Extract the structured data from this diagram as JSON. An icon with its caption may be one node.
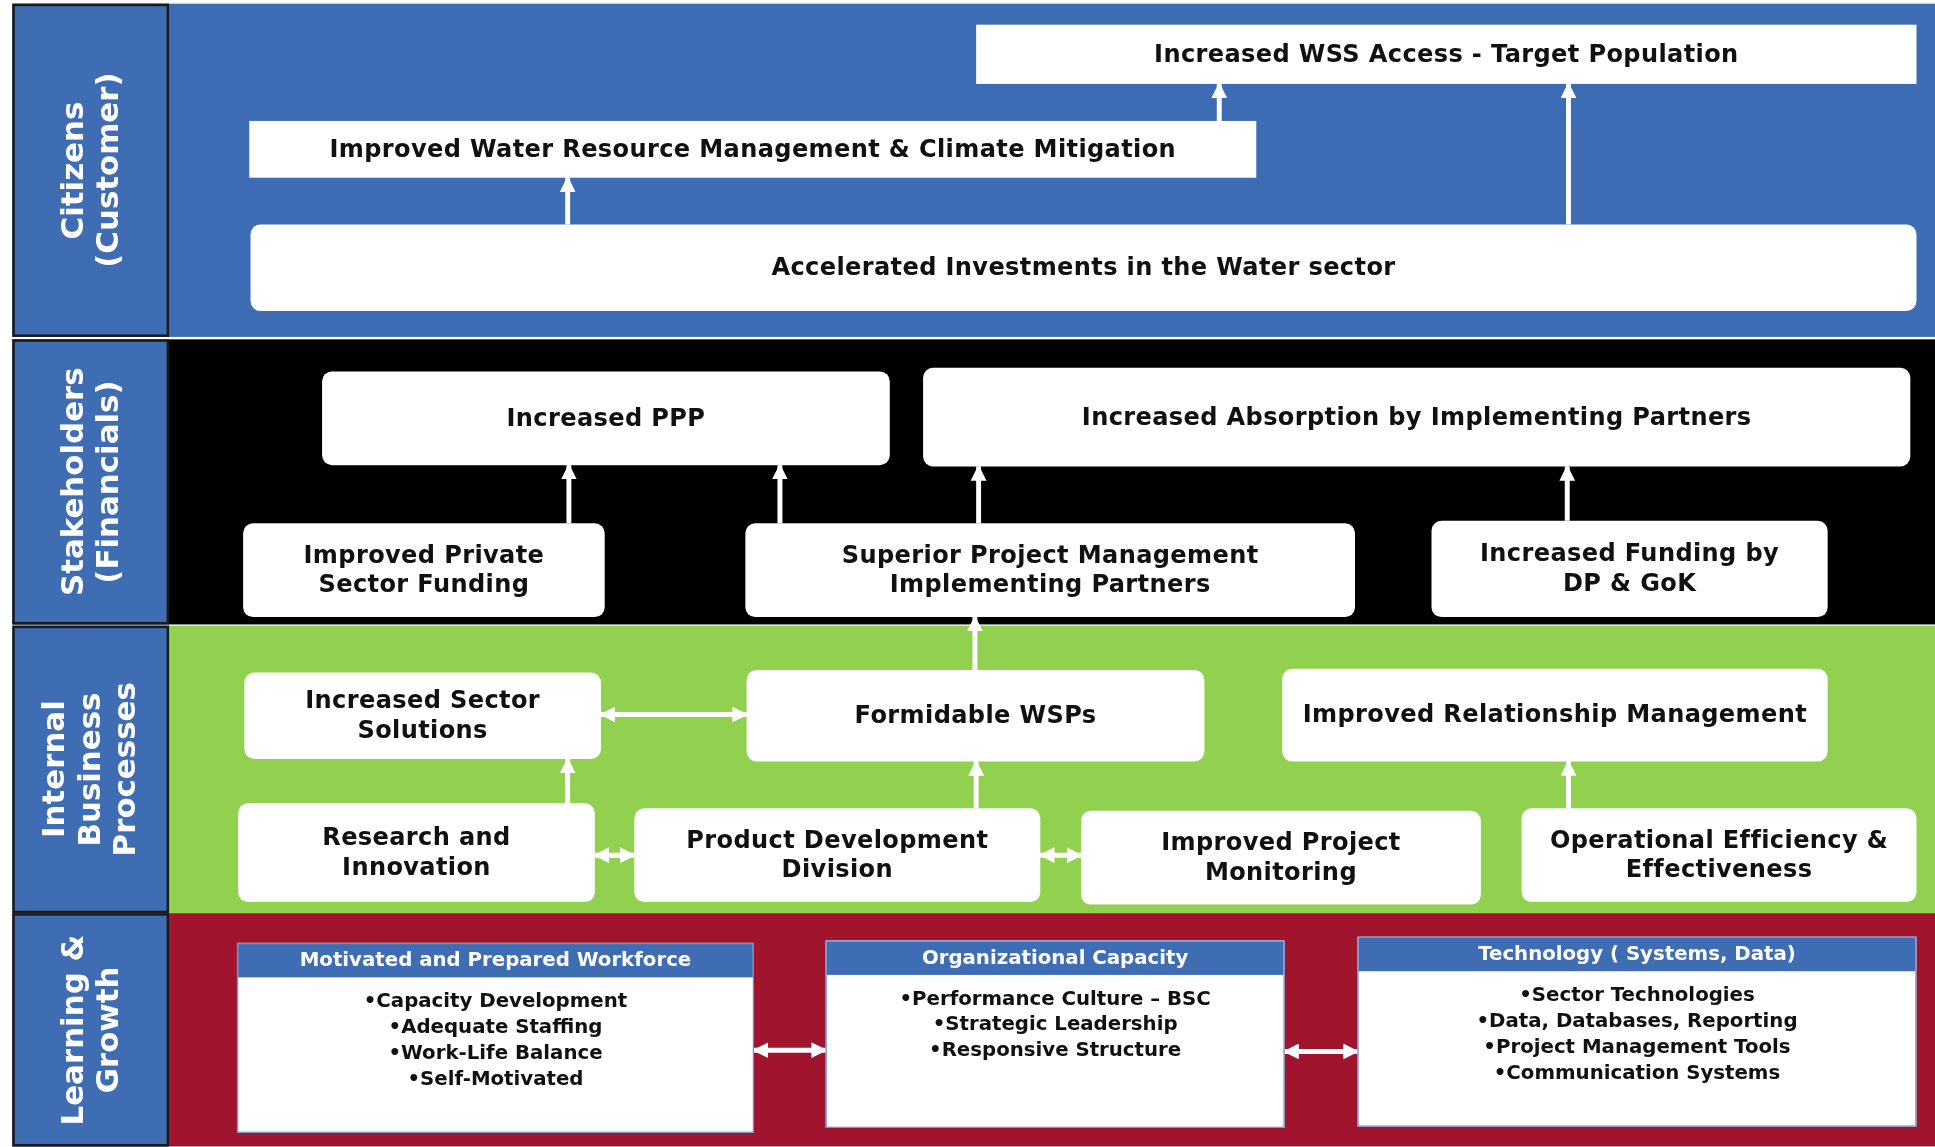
{
  "diagram": {
    "nodes": [
      {
        "text": [
          "Citizens (Customer)"
        ]
      },
      {
        "text": [
          "Increased WSS Access - Target Population"
        ],
        "in": 0
      },
      {
        "text": [
          "Improved Water Resource Management & Climate Mitigation"
        ],
        "in": 0
      },
      {
        "text": [
          "Accelerated Investments in the Water sector"
        ],
        "in": 0
      },
      {
        "text": [
          "Stakeholders (Financials)"
        ]
      },
      {
        "text": [
          "Increased PPP"
        ],
        "in": 4
      },
      {
        "text": [
          "Increased Absorption by Implementing Partners"
        ],
        "in": 4
      },
      {
        "text": [
          "Improved Private Sector Funding"
        ],
        "in": 4
      },
      {
        "text": [
          "Superior Project Management Implementing Partners"
        ],
        "in": 4
      },
      {
        "text": [
          "Increased Funding by DP & GoK"
        ],
        "in": 4
      },
      {
        "text": [
          "Internal Business Processes"
        ]
      },
      {
        "text": [
          "Increased Sector Solutions"
        ],
        "in": 10
      },
      {
        "text": [
          "Formidable WSPs"
        ],
        "in": 10
      },
      {
        "text": [
          "Improved Relationship Management"
        ],
        "in": 10
      },
      {
        "text": [
          "Research and Innovation"
        ],
        "in": 10
      },
      {
        "text": [
          "Product Development Division"
        ],
        "in": 10
      },
      {
        "text": [
          "Improved Project Monitoring"
        ],
        "in": 10
      },
      {
        "text": [
          "Operational Efficiency & Effectiveness"
        ],
        "in": 10
      },
      {
        "text": [
          "Learning & Growth"
        ]
      },
      {
        "text": [
          "Motivated and Prepared Workforce",
          "•Capacity Development",
          "•Adequate Staffing",
          "•Work-Life Balance",
          "•Self-Motivated"
        ],
        "in": 18
      },
      {
        "text": [
          "Organizational Capacity",
          "•Performance Culture – BSC",
          "•Strategic Leadership",
          "•Responsive Structure"
        ],
        "in": 18
      },
      {
        "text": [
          "Technology ( Systems, Data)",
          "•Sector Technologies",
          "•Data, Databases, Reporting",
          "•Project Management Tools",
          "•Communication Systems"
        ],
        "in": 18
      }
    ],
    "edges": [
      {
        "from": 3,
        "to": 2,
        "arrow": "to"
      },
      {
        "from": 2,
        "to": 1,
        "arrow": "to"
      },
      {
        "from": 3,
        "to": 1,
        "arrow": "to"
      },
      {
        "from": 7,
        "to": 5,
        "arrow": "to"
      },
      {
        "from": 8,
        "to": 5,
        "arrow": "to"
      },
      {
        "from": 8,
        "to": 6,
        "arrow": "to"
      },
      {
        "from": 9,
        "to": 6,
        "arrow": "to"
      },
      {
        "from": 12,
        "to": 8,
        "arrow": "to"
      },
      {
        "from": 11,
        "to": 12,
        "arrow": "both"
      },
      {
        "from": 14,
        "to": 11,
        "arrow": "to"
      },
      {
        "from": 14,
        "to": 15,
        "arrow": "both"
      },
      {
        "from": 15,
        "to": 12,
        "arrow": "to"
      },
      {
        "from": 15,
        "to": 16,
        "arrow": "both"
      },
      {
        "from": 17,
        "to": 13,
        "arrow": "to"
      },
      {
        "from": 19,
        "to": 20,
        "arrow": "both"
      },
      {
        "from": 20,
        "to": 21,
        "arrow": "both"
      }
    ]
  }
}
